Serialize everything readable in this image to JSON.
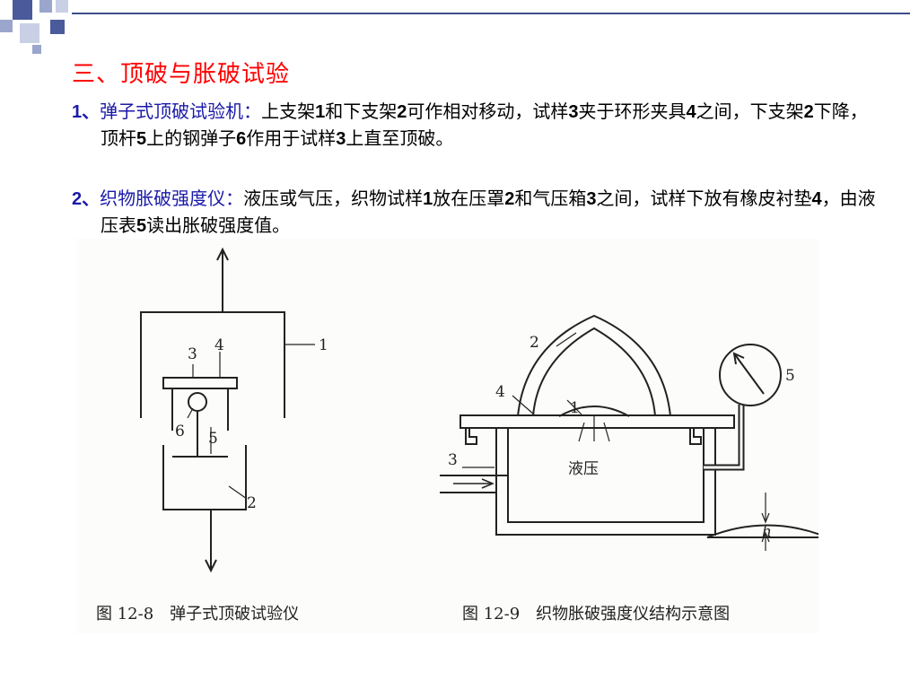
{
  "title": "三、顶破与胀破试验",
  "items": [
    {
      "num": "1、",
      "term": "弹子式顶破试验机：",
      "segments": [
        "上支架",
        "1",
        "和下支架",
        "2",
        "可作相对移动，试样",
        "3",
        "夹于环形夹具",
        "4",
        "之间，下支架",
        "2",
        "下降，顶杆",
        "5",
        "上的钢弹子",
        "6",
        "作用于试样",
        "3",
        "上直至顶破。"
      ]
    },
    {
      "num": "2、",
      "term": "织物胀破强度仪：",
      "segments": [
        "液压或气压，织物试样",
        "1",
        "放在压罩",
        "2",
        "和气压箱",
        "3",
        "之间，试样下放有橡皮衬垫",
        "4",
        "，由液压表",
        "5",
        "读出胀破强度值。"
      ]
    }
  ],
  "figure1": {
    "caption": "图 12-8　弹子式顶破试验仪",
    "labels": [
      "1",
      "2",
      "3",
      "4",
      "5",
      "6"
    ]
  },
  "figure2": {
    "caption": "图 12-9　织物胀破强度仪结构示意图",
    "labels": [
      "1",
      "2",
      "3",
      "4",
      "5",
      "h"
    ],
    "pressure_label": "液压"
  },
  "colors": {
    "title": "#ff0000",
    "term": "#1a1aa8",
    "accent": "#3d4e8c"
  }
}
